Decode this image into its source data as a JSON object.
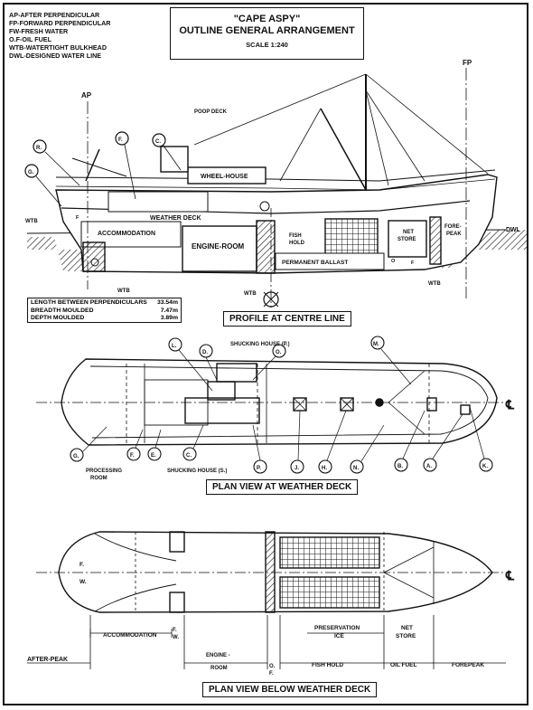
{
  "legend": [
    "AP-AFTER PERPENDICULAR",
    "FP-FORWARD PERPENDICULAR",
    "FW-FRESH WATER",
    "O.F-OIL FUEL",
    "WTB-WATERTIGHT BULKHEAD",
    "DWL-DESIGNED WATER LINE"
  ],
  "title": {
    "vessel": "\"CAPE ASPY\"",
    "subtitle": "OUTLINE GENERAL ARRANGEMENT",
    "scale": "SCALE 1:240"
  },
  "profile": {
    "heading": "PROFILE AT CENTRE LINE",
    "ap": "AP",
    "fp": "FP",
    "dwl": "DWL",
    "labels": {
      "poop_deck": "POOP DECK",
      "wheel_house": "WHEEL-HOUSE",
      "weather_deck": "WEATHER DECK",
      "accommodation": "ACCOMMODATION",
      "engine_room": "ENGINE-ROOM",
      "fish_hold_1": "FISH",
      "fish_hold_2": "HOLD",
      "net_store_1": "NET",
      "net_store_2": "STORE",
      "fore_peak_1": "FORE-",
      "fore_peak_2": "PEAK",
      "permanent_ballast": "PERMANENT BALLAST",
      "wtb_1": "WTB",
      "wtb_2": "WTB",
      "wtb_3": "WTB",
      "wtb_4": "WTB",
      "o": "O",
      "f": "F",
      "f2": "F"
    },
    "callouts": {
      "r": "R.",
      "f": "F.",
      "c": "C.",
      "g": "G."
    }
  },
  "dimensions": [
    {
      "label": "LENGTH BETWEEN PERPENDICULARS",
      "value": "33.54m"
    },
    {
      "label": "BREADTH MOULDED",
      "value": "7.47m"
    },
    {
      "label": "DEPTH MOULDED",
      "value": "3.89m"
    }
  ],
  "plan_weather": {
    "heading": "PLAN VIEW AT WEATHER DECK",
    "shucking_p": "SHUCKING HOUSE (P.)",
    "shucking_s": "SHUCKING HOUSE (S.)",
    "processing_1": "PROCESSING",
    "processing_2": "ROOM",
    "cl": "℄",
    "callouts": {
      "l": "L.",
      "d": "D.",
      "o": "O.",
      "m": "M.",
      "g": "G.",
      "f": "F.",
      "e": "E.",
      "c": "C.",
      "p": "P.",
      "j": "J.",
      "h": "H.",
      "n": "N.",
      "b": "B.",
      "a": "A.",
      "k": "K."
    }
  },
  "plan_below": {
    "heading": "PLAN VIEW BELOW WEATHER DECK",
    "cl": "℄",
    "fw_f": "F.",
    "fw_w": "W.",
    "f_small": "F.",
    "w_small": "W.",
    "o_small": "O.",
    "f2_small": "F.",
    "accommodation": "ACCOMMODATION",
    "after_peak": "AFTER-PEAK",
    "engine_1": "ENGINE -",
    "engine_2": "ROOM",
    "preservation_1": "PRESERVATION",
    "preservation_2": "ICE",
    "net_1": "NET",
    "net_2": "STORE",
    "fish_hold": "FISH HOLD",
    "oil_fuel": "OIL FUEL",
    "forepeak": "FOREPEAK"
  }
}
